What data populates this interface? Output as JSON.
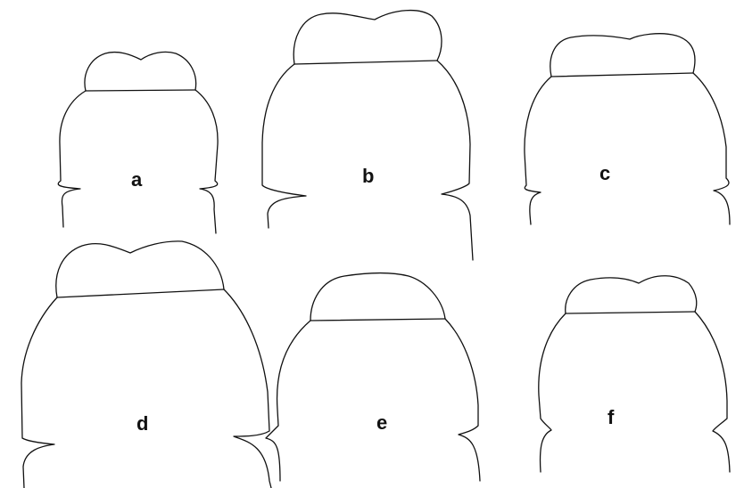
{
  "figure": {
    "panels": [
      {
        "id": "a",
        "label": "a"
      },
      {
        "id": "b",
        "label": "b"
      },
      {
        "id": "c",
        "label": "c"
      },
      {
        "id": "d",
        "label": "d"
      },
      {
        "id": "e",
        "label": "e"
      },
      {
        "id": "f",
        "label": "f"
      }
    ]
  },
  "colors": {
    "background": "#ffffff",
    "ink": "#111111"
  }
}
